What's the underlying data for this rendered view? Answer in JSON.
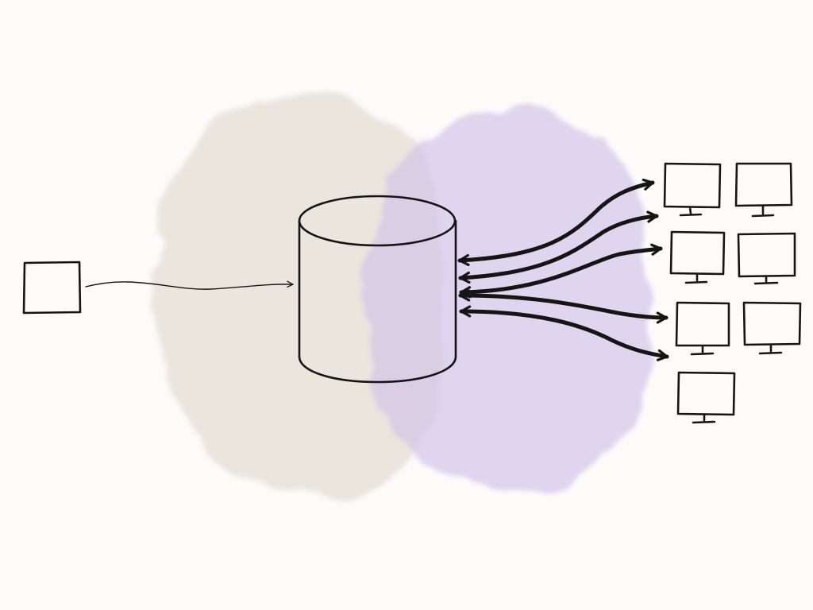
{
  "diagram": {
    "style": "hand-drawn sketch with watercolor blobs",
    "colors": {
      "background": "#fcfbfa",
      "left_blob": "#e8e2d8",
      "right_blob": "#d3c4e8",
      "ink": "#151515"
    },
    "nodes": {
      "source": {
        "shape": "square"
      },
      "store": {
        "shape": "cylinder"
      },
      "clients": {
        "shape": "monitor",
        "count": 7
      }
    },
    "edges": [
      {
        "from": "source",
        "to": "store",
        "weight": "thin",
        "direction": "one-way"
      },
      {
        "from": "store",
        "to": "clients",
        "weight": "bold",
        "direction": "two-way",
        "count": 5
      }
    ]
  }
}
